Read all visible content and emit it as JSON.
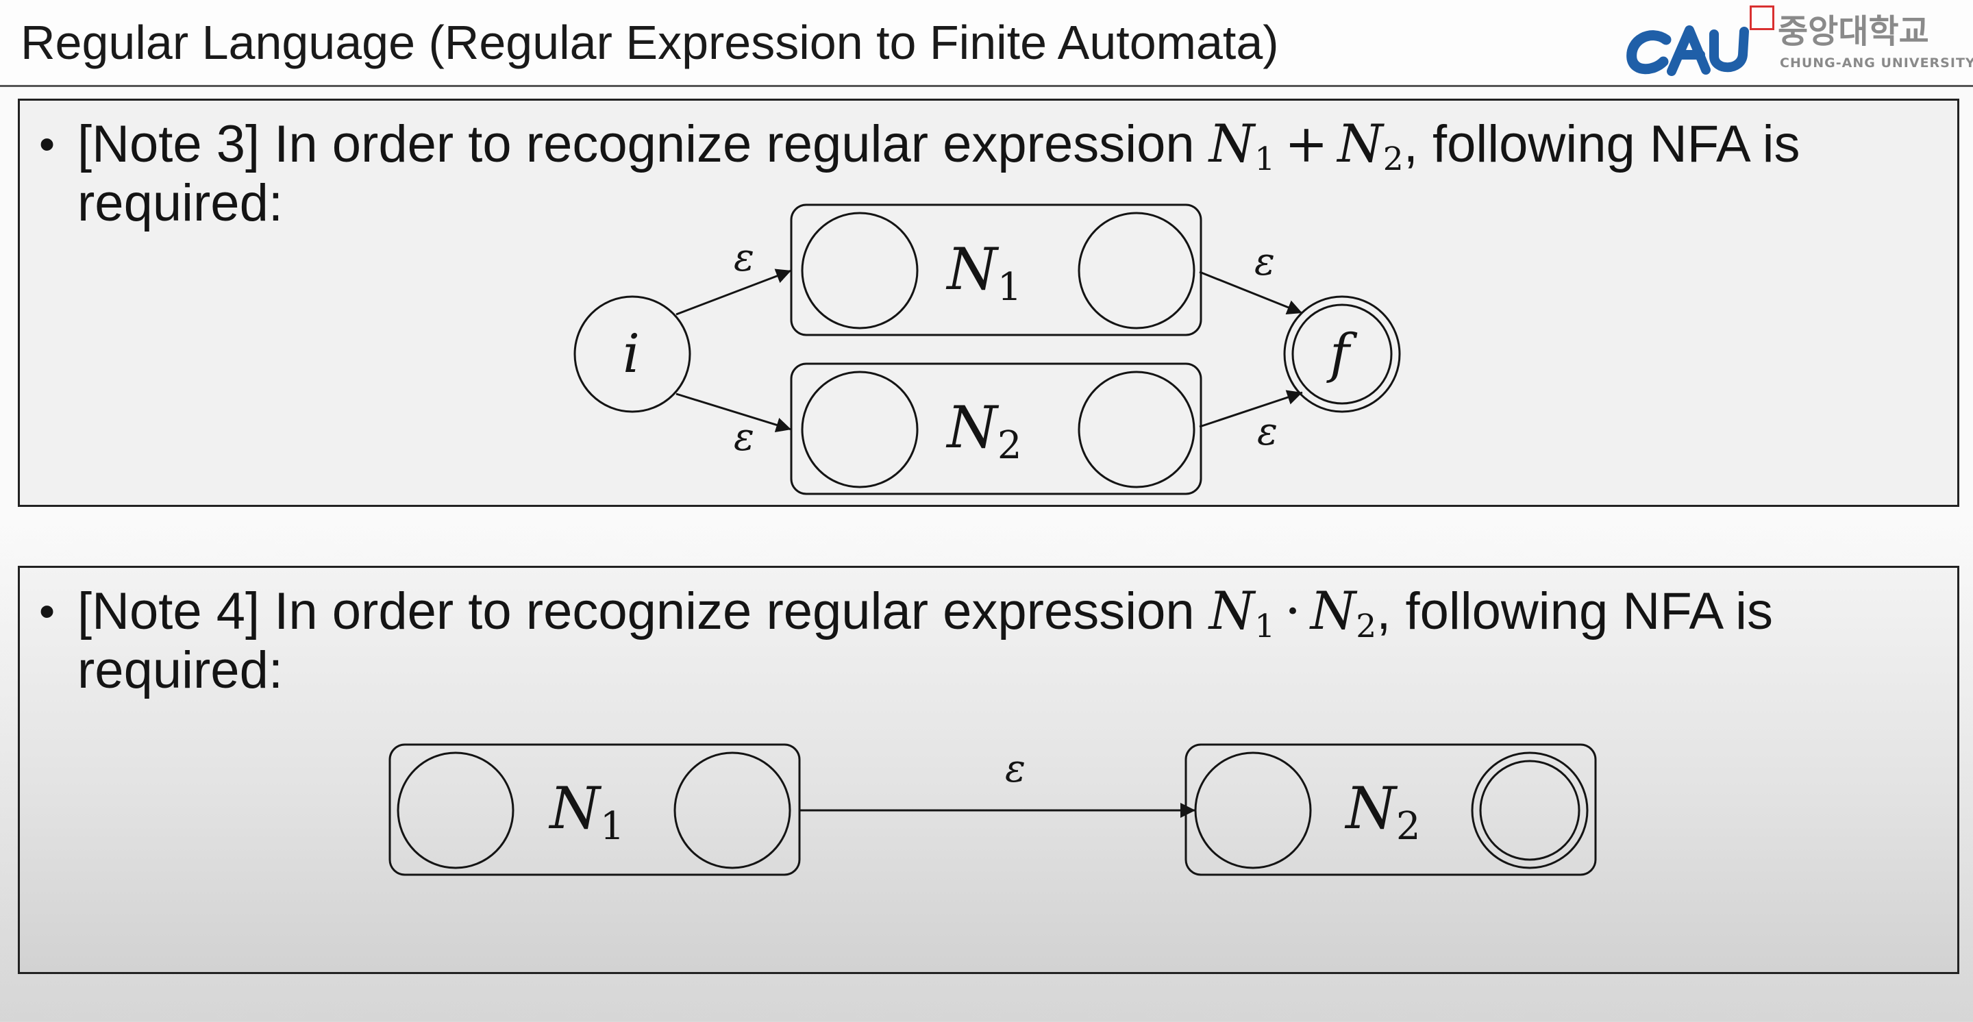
{
  "header": {
    "title": "Regular Language (Regular Expression to Finite Automata)",
    "logo": {
      "mark_text": "CAU",
      "korean_name": "중앙대학교",
      "english_name": "CHUNG-ANG UNIVERSITY",
      "color": "#1f5fa8"
    }
  },
  "notes": [
    {
      "bullet": "•",
      "prefix": "[Note 3] In order to recognize regular expression ",
      "expression": {
        "left": "N",
        "left_sub": "1",
        "operator": "+",
        "right": "N",
        "right_sub": "2"
      },
      "suffix": ", following NFA is required:",
      "diagram": {
        "start_state": "i",
        "final_state": "f",
        "machines": [
          {
            "name": "N",
            "sub": "1"
          },
          {
            "name": "N",
            "sub": "2"
          }
        ],
        "edge_label": "ε"
      }
    },
    {
      "bullet": "•",
      "prefix": "[Note 4] In order to recognize regular expression ",
      "expression": {
        "left": "N",
        "left_sub": "1",
        "operator": "·",
        "right": "N",
        "right_sub": "2"
      },
      "suffix": ", following NFA is required:",
      "diagram": {
        "machines": [
          {
            "name": "N",
            "sub": "1"
          },
          {
            "name": "N",
            "sub": "2"
          }
        ],
        "edge_label": "ε"
      }
    }
  ]
}
